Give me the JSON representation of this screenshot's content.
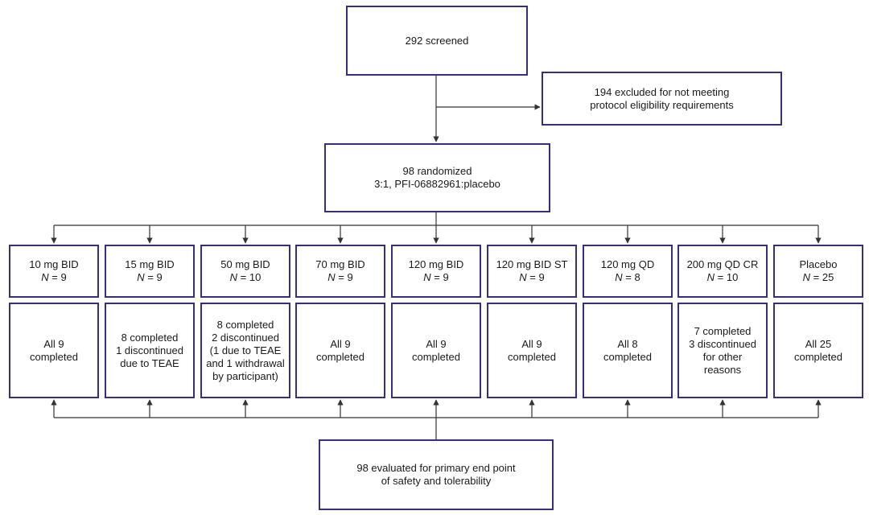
{
  "screened": {
    "text": "292 screened"
  },
  "excluded": {
    "lines": [
      "194 excluded for not meeting",
      "protocol eligibility requirements"
    ]
  },
  "randomized": {
    "lines": [
      "98 randomized",
      "3:1, PFI-06882961:placebo"
    ]
  },
  "arms": [
    {
      "dose": "10 mg BID",
      "n_label": "N",
      "n_value": "= 9",
      "outcome": [
        "All 9",
        "completed"
      ]
    },
    {
      "dose": "15 mg BID",
      "n_label": "N",
      "n_value": "= 9",
      "outcome": [
        "8 completed",
        "1 discontinued",
        "due to TEAE"
      ]
    },
    {
      "dose": "50 mg BID",
      "n_label": "N",
      "n_value": "= 10",
      "outcome": [
        "8 completed",
        "2 discontinued",
        "(1 due to TEAE",
        "and 1 withdrawal",
        "by participant)"
      ]
    },
    {
      "dose": "70 mg BID",
      "n_label": "N",
      "n_value": "= 9",
      "outcome": [
        "All 9",
        "completed"
      ]
    },
    {
      "dose": "120 mg BID",
      "n_label": "N",
      "n_value": "= 9",
      "outcome": [
        "All 9",
        "completed"
      ]
    },
    {
      "dose": "120 mg BID ST",
      "n_label": "N",
      "n_value": "= 9",
      "outcome": [
        "All 9",
        "completed"
      ]
    },
    {
      "dose": "120 mg QD",
      "n_label": "N",
      "n_value": "= 8",
      "outcome": [
        "All 8",
        "completed"
      ]
    },
    {
      "dose": "200 mg QD CR",
      "n_label": "N",
      "n_value": "= 10",
      "outcome": [
        "7 completed",
        "3 discontinued",
        "for other",
        "reasons"
      ]
    },
    {
      "dose": "Placebo",
      "n_label": "N",
      "n_value": "= 25",
      "outcome": [
        "All 25",
        "completed"
      ]
    }
  ],
  "evaluated": {
    "lines": [
      "98 evaluated for primary end point",
      "of safety and tolerability"
    ]
  },
  "colors": {
    "box_border": "#3a2e7a",
    "line": "#333333",
    "text": "#1a1a1a"
  }
}
